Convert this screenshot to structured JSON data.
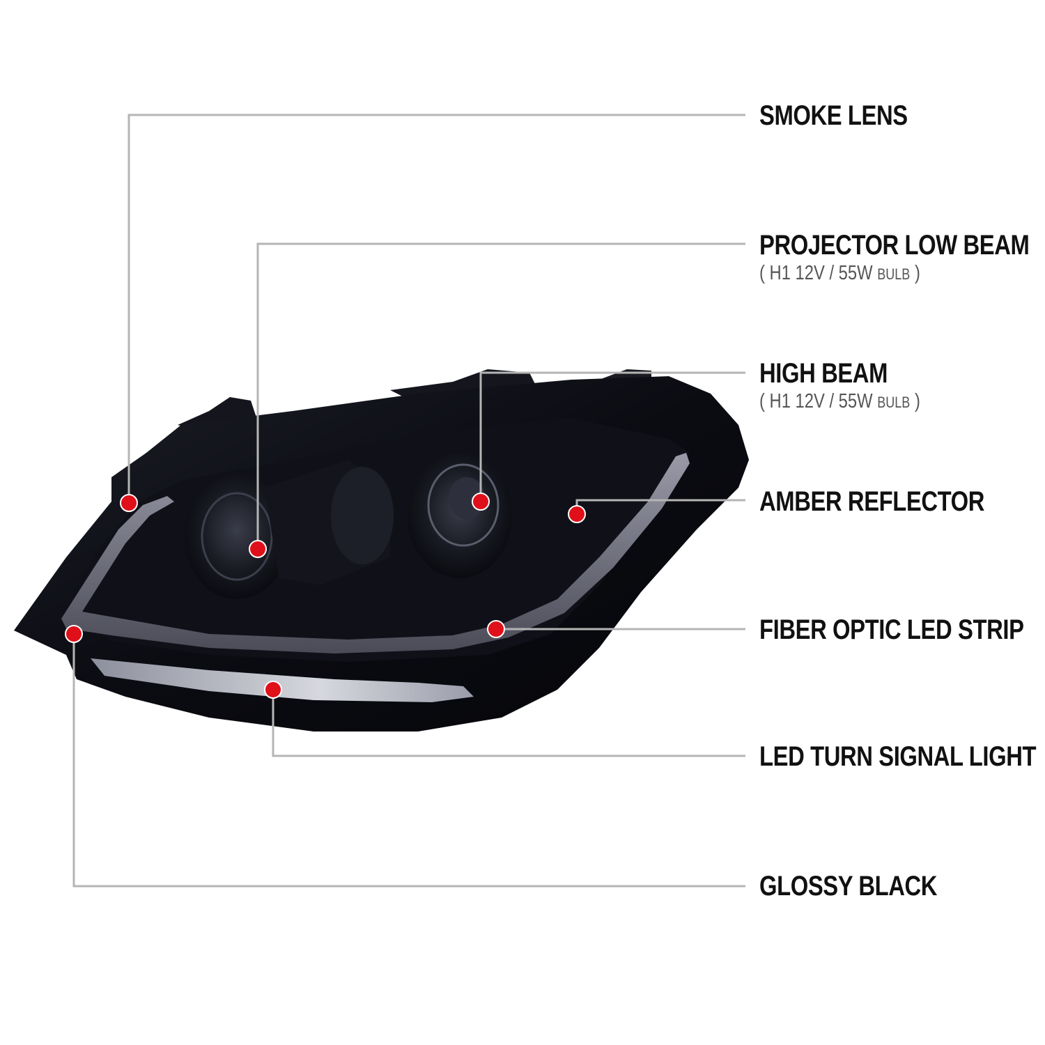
{
  "callouts": [
    {
      "id": "smoke-lens",
      "label": "SMOKE LENS"
    },
    {
      "id": "projector-low-beam",
      "label": "PROJECTOR LOW BEAM",
      "spec": {
        "open": "(",
        "bulb": "H1  12V / 55W",
        "unit": "BULB",
        "close": ")"
      }
    },
    {
      "id": "high-beam",
      "label": "HIGH BEAM",
      "spec": {
        "open": "(",
        "bulb": "H1  12V / 55W",
        "unit": "BULB",
        "close": ")"
      }
    },
    {
      "id": "amber-reflector",
      "label": "AMBER REFLECTOR"
    },
    {
      "id": "fiber-optic-led-strip",
      "label": "FIBER OPTIC LED STRIP"
    },
    {
      "id": "led-turn-signal-light",
      "label": "LED TURN SIGNAL LIGHT"
    },
    {
      "id": "glossy-black",
      "label": "GLOSSY BLACK"
    }
  ],
  "colors": {
    "leader_line": "#b5b5b5",
    "marker_dot": "#e0101a",
    "housing": "#0b0c12",
    "text": "#111111",
    "spec_text": "#555555"
  }
}
